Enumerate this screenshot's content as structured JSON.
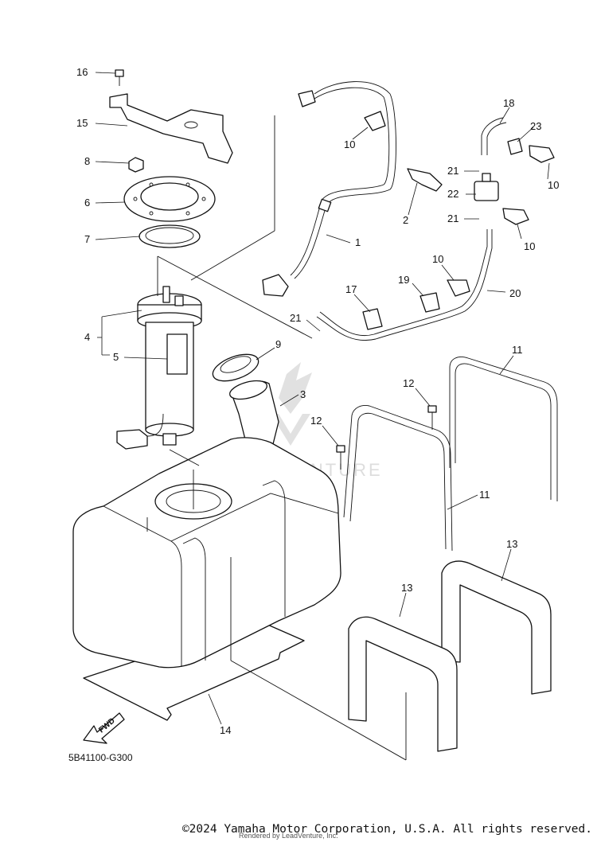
{
  "diagram": {
    "drawing_code": "5B41100-G300",
    "fwd_label": "FWD",
    "watermark": "ADVENTURE",
    "callouts": [
      {
        "id": "16",
        "text": "16"
      },
      {
        "id": "15",
        "text": "15"
      },
      {
        "id": "8",
        "text": "8"
      },
      {
        "id": "6",
        "text": "6"
      },
      {
        "id": "7",
        "text": "7"
      },
      {
        "id": "4",
        "text": "4"
      },
      {
        "id": "5",
        "text": "5"
      },
      {
        "id": "10a",
        "text": "10"
      },
      {
        "id": "2",
        "text": "2"
      },
      {
        "id": "1",
        "text": "1"
      },
      {
        "id": "18",
        "text": "18"
      },
      {
        "id": "23",
        "text": "23"
      },
      {
        "id": "21a",
        "text": "21"
      },
      {
        "id": "22",
        "text": "22"
      },
      {
        "id": "21b",
        "text": "21"
      },
      {
        "id": "10b",
        "text": "10"
      },
      {
        "id": "10c",
        "text": "10"
      },
      {
        "id": "10d",
        "text": "10"
      },
      {
        "id": "19",
        "text": "19"
      },
      {
        "id": "17",
        "text": "17"
      },
      {
        "id": "20",
        "text": "20"
      },
      {
        "id": "21c",
        "text": "21"
      },
      {
        "id": "9",
        "text": "9"
      },
      {
        "id": "3",
        "text": "3"
      },
      {
        "id": "11a",
        "text": "11"
      },
      {
        "id": "12a",
        "text": "12"
      },
      {
        "id": "12b",
        "text": "12"
      },
      {
        "id": "11b",
        "text": "11"
      },
      {
        "id": "13a",
        "text": "13"
      },
      {
        "id": "13b",
        "text": "13"
      },
      {
        "id": "14",
        "text": "14"
      }
    ]
  },
  "footer": {
    "copyright": "©2024 Yamaha Motor Corporation, U.S.A. All rights reserved.",
    "rendered_by": "Rendered by LeadVenture, Inc."
  }
}
